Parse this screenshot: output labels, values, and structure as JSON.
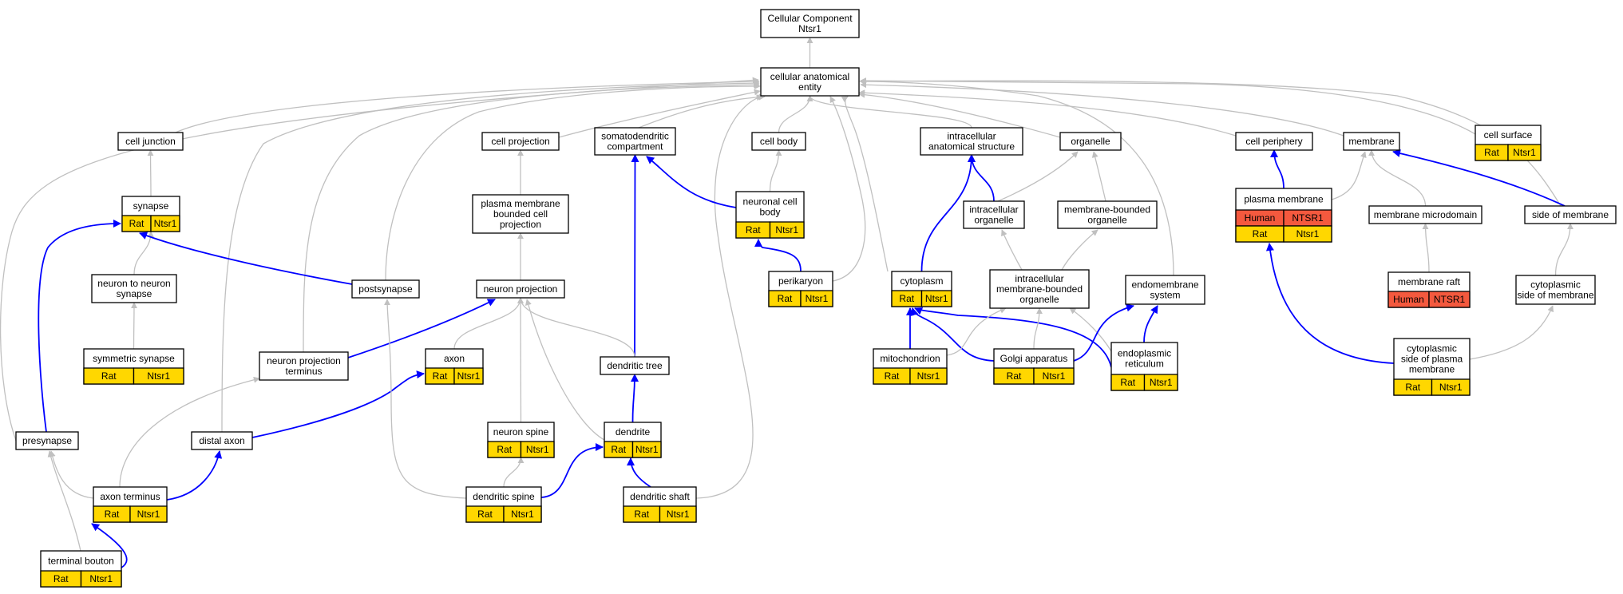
{
  "colors": {
    "rat": "#FFD700",
    "human": "#F4593E",
    "is_a_edge": "#C0C0C0",
    "part_of_edge": "#0000FF"
  },
  "nodes": [
    {
      "id": "root",
      "lines": [
        "Cellular Component",
        "Ntsr1"
      ]
    },
    {
      "id": "cae",
      "lines": [
        "cellular anatomical",
        "entity"
      ]
    },
    {
      "id": "cell_junction",
      "lines": [
        "cell junction"
      ]
    },
    {
      "id": "cell_projection",
      "lines": [
        "cell projection"
      ]
    },
    {
      "id": "somatodendritic",
      "lines": [
        "somatodendritic",
        "compartment"
      ]
    },
    {
      "id": "cell_body",
      "lines": [
        "cell body"
      ]
    },
    {
      "id": "ias",
      "lines": [
        "intracellular",
        "anatomical structure"
      ]
    },
    {
      "id": "organelle",
      "lines": [
        "organelle"
      ]
    },
    {
      "id": "cell_periphery",
      "lines": [
        "cell periphery"
      ]
    },
    {
      "id": "membrane",
      "lines": [
        "membrane"
      ]
    },
    {
      "id": "cell_surface",
      "lines": [
        "cell surface"
      ],
      "cells": [
        {
          "s": "Rat",
          "c": "rat"
        },
        {
          "s": "Ntsr1",
          "c": "rat"
        }
      ]
    },
    {
      "id": "synapse",
      "lines": [
        "synapse"
      ],
      "cells": [
        {
          "s": "Rat",
          "c": "rat"
        },
        {
          "s": "Ntsr1",
          "c": "rat"
        }
      ]
    },
    {
      "id": "pmbcp",
      "lines": [
        "plasma membrane",
        "bounded cell",
        "projection"
      ]
    },
    {
      "id": "ncb",
      "lines": [
        "neuronal cell",
        "body"
      ],
      "cells": [
        {
          "s": "Rat",
          "c": "rat"
        },
        {
          "s": "Ntsr1",
          "c": "rat"
        }
      ]
    },
    {
      "id": "intra_org",
      "lines": [
        "intracellular",
        "organelle"
      ]
    },
    {
      "id": "mbo",
      "lines": [
        "membrane-bounded",
        "organelle"
      ]
    },
    {
      "id": "plasma_membrane",
      "lines": [
        "plasma membrane"
      ],
      "cells": [
        {
          "s": "Human",
          "c": "human"
        },
        {
          "s": "NTSR1",
          "c": "human"
        },
        {
          "s": "Rat",
          "c": "rat",
          "row": 2
        },
        {
          "s": "Ntsr1",
          "c": "rat",
          "row": 2
        }
      ]
    },
    {
      "id": "mem_micro",
      "lines": [
        "membrane microdomain"
      ]
    },
    {
      "id": "side_membrane",
      "lines": [
        "side of membrane"
      ]
    },
    {
      "id": "n2n_synapse",
      "lines": [
        "neuron to neuron",
        "synapse"
      ]
    },
    {
      "id": "postsynapse",
      "lines": [
        "postsynapse"
      ]
    },
    {
      "id": "neuron_projection",
      "lines": [
        "neuron projection"
      ]
    },
    {
      "id": "perikaryon",
      "lines": [
        "perikaryon"
      ],
      "cells": [
        {
          "s": "Rat",
          "c": "rat"
        },
        {
          "s": "Ntsr1",
          "c": "rat"
        }
      ]
    },
    {
      "id": "cytoplasm",
      "lines": [
        "cytoplasm"
      ],
      "cells": [
        {
          "s": "Rat",
          "c": "rat"
        },
        {
          "s": "Ntsr1",
          "c": "rat"
        }
      ]
    },
    {
      "id": "imbo",
      "lines": [
        "intracellular",
        "membrane-bounded",
        "organelle"
      ]
    },
    {
      "id": "endomembrane",
      "lines": [
        "endomembrane",
        "system"
      ]
    },
    {
      "id": "membrane_raft",
      "lines": [
        "membrane raft"
      ],
      "cells": [
        {
          "s": "Human",
          "c": "human"
        },
        {
          "s": "NTSR1",
          "c": "human"
        }
      ]
    },
    {
      "id": "cyto_side_membrane",
      "lines": [
        "cytoplasmic",
        "side of membrane"
      ]
    },
    {
      "id": "symmetric_synapse",
      "lines": [
        "symmetric synapse"
      ],
      "cells": [
        {
          "s": "Rat",
          "c": "rat"
        },
        {
          "s": "Ntsr1",
          "c": "rat"
        }
      ]
    },
    {
      "id": "npt",
      "lines": [
        "neuron projection",
        "terminus"
      ]
    },
    {
      "id": "axon",
      "lines": [
        "axon"
      ],
      "cells": [
        {
          "s": "Rat",
          "c": "rat"
        },
        {
          "s": "Ntsr1",
          "c": "rat"
        }
      ]
    },
    {
      "id": "dendritic_tree",
      "lines": [
        "dendritic tree"
      ]
    },
    {
      "id": "mitochondrion",
      "lines": [
        "mitochondrion"
      ],
      "cells": [
        {
          "s": "Rat",
          "c": "rat"
        },
        {
          "s": "Ntsr1",
          "c": "rat"
        }
      ]
    },
    {
      "id": "golgi",
      "lines": [
        "Golgi apparatus"
      ],
      "cells": [
        {
          "s": "Rat",
          "c": "rat"
        },
        {
          "s": "Ntsr1",
          "c": "rat"
        }
      ]
    },
    {
      "id": "er",
      "lines": [
        "endoplasmic",
        "reticulum"
      ],
      "cells": [
        {
          "s": "Rat",
          "c": "rat"
        },
        {
          "s": "Ntsr1",
          "c": "rat"
        }
      ]
    },
    {
      "id": "cspm",
      "lines": [
        "cytoplasmic",
        "side of plasma",
        "membrane"
      ],
      "cells": [
        {
          "s": "Rat",
          "c": "rat"
        },
        {
          "s": "Ntsr1",
          "c": "rat"
        }
      ]
    },
    {
      "id": "presynapse",
      "lines": [
        "presynapse"
      ]
    },
    {
      "id": "distal_axon",
      "lines": [
        "distal axon"
      ]
    },
    {
      "id": "neuron_spine",
      "lines": [
        "neuron spine"
      ],
      "cells": [
        {
          "s": "Rat",
          "c": "rat"
        },
        {
          "s": "Ntsr1",
          "c": "rat"
        }
      ]
    },
    {
      "id": "dendrite",
      "lines": [
        "dendrite"
      ],
      "cells": [
        {
          "s": "Rat",
          "c": "rat"
        },
        {
          "s": "Ntsr1",
          "c": "rat"
        }
      ]
    },
    {
      "id": "axon_terminus",
      "lines": [
        "axon terminus"
      ],
      "cells": [
        {
          "s": "Rat",
          "c": "rat"
        },
        {
          "s": "Ntsr1",
          "c": "rat"
        }
      ]
    },
    {
      "id": "dendritic_spine",
      "lines": [
        "dendritic spine"
      ],
      "cells": [
        {
          "s": "Rat",
          "c": "rat"
        },
        {
          "s": "Ntsr1",
          "c": "rat"
        }
      ]
    },
    {
      "id": "dendritic_shaft",
      "lines": [
        "dendritic shaft"
      ],
      "cells": [
        {
          "s": "Rat",
          "c": "rat"
        },
        {
          "s": "Ntsr1",
          "c": "rat"
        }
      ]
    },
    {
      "id": "terminal_bouton",
      "lines": [
        "terminal bouton"
      ],
      "cells": [
        {
          "s": "Rat",
          "c": "rat"
        },
        {
          "s": "Ntsr1",
          "c": "rat"
        }
      ]
    }
  ],
  "edges": [
    {
      "from": "cae",
      "to": "root",
      "type": "is_a"
    },
    {
      "from": "cell_junction",
      "to": "cae",
      "type": "is_a"
    },
    {
      "from": "cell_projection",
      "to": "cae",
      "type": "is_a"
    },
    {
      "from": "somatodendritic",
      "to": "cae",
      "type": "is_a"
    },
    {
      "from": "cell_body",
      "to": "cae",
      "type": "is_a"
    },
    {
      "from": "ias",
      "to": "cae",
      "type": "is_a"
    },
    {
      "from": "organelle",
      "to": "cae",
      "type": "is_a"
    },
    {
      "from": "cell_periphery",
      "to": "cae",
      "type": "is_a"
    },
    {
      "from": "membrane",
      "to": "cae",
      "type": "is_a"
    },
    {
      "from": "cell_surface",
      "to": "cae",
      "type": "is_a"
    },
    {
      "from": "presynapse",
      "to": "cae",
      "type": "is_a"
    },
    {
      "from": "distal_axon",
      "to": "cae",
      "type": "is_a"
    },
    {
      "from": "npt",
      "to": "cae",
      "type": "is_a"
    },
    {
      "from": "postsynapse",
      "to": "cae",
      "type": "is_a"
    },
    {
      "from": "dendritic_shaft",
      "to": "cae",
      "type": "is_a"
    },
    {
      "from": "perikaryon",
      "to": "cae",
      "type": "is_a"
    },
    {
      "from": "cytoplasm",
      "to": "cae",
      "type": "is_a"
    },
    {
      "from": "endomembrane",
      "to": "cae",
      "type": "is_a"
    },
    {
      "from": "side_membrane",
      "to": "cae",
      "type": "is_a"
    },
    {
      "from": "synapse",
      "to": "cell_junction",
      "type": "is_a"
    },
    {
      "from": "pmbcp",
      "to": "cell_projection",
      "type": "is_a"
    },
    {
      "from": "neuron_projection",
      "to": "pmbcp",
      "type": "is_a"
    },
    {
      "from": "ncb",
      "to": "cell_body",
      "type": "is_a"
    },
    {
      "from": "ncb",
      "to": "somatodendritic",
      "type": "part_of"
    },
    {
      "from": "dendritic_tree",
      "to": "somatodendritic",
      "type": "part_of"
    },
    {
      "from": "intra_org",
      "to": "ias",
      "type": "part_of"
    },
    {
      "from": "cytoplasm",
      "to": "ias",
      "type": "part_of"
    },
    {
      "from": "intra_org",
      "to": "organelle",
      "type": "is_a"
    },
    {
      "from": "mbo",
      "to": "organelle",
      "type": "is_a"
    },
    {
      "from": "imbo",
      "to": "intra_org",
      "type": "is_a"
    },
    {
      "from": "imbo",
      "to": "mbo",
      "type": "is_a"
    },
    {
      "from": "plasma_membrane",
      "to": "cell_periphery",
      "type": "part_of"
    },
    {
      "from": "plasma_membrane",
      "to": "membrane",
      "type": "is_a"
    },
    {
      "from": "mem_micro",
      "to": "membrane",
      "type": "is_a"
    },
    {
      "from": "side_membrane",
      "to": "membrane",
      "type": "part_of"
    },
    {
      "from": "membrane_raft",
      "to": "mem_micro",
      "type": "is_a"
    },
    {
      "from": "cyto_side_membrane",
      "to": "side_membrane",
      "type": "is_a"
    },
    {
      "from": "cspm",
      "to": "cyto_side_membrane",
      "type": "is_a"
    },
    {
      "from": "cspm",
      "to": "plasma_membrane",
      "type": "part_of"
    },
    {
      "from": "n2n_synapse",
      "to": "synapse",
      "type": "is_a"
    },
    {
      "from": "symmetric_synapse",
      "to": "n2n_synapse",
      "type": "is_a"
    },
    {
      "from": "postsynapse",
      "to": "synapse",
      "type": "part_of"
    },
    {
      "from": "presynapse",
      "to": "synapse",
      "type": "part_of"
    },
    {
      "from": "npt",
      "to": "neuron_projection",
      "type": "part_of"
    },
    {
      "from": "axon",
      "to": "neuron_projection",
      "type": "is_a"
    },
    {
      "from": "neuron_spine",
      "to": "neuron_projection",
      "type": "is_a"
    },
    {
      "from": "dendrite",
      "to": "neuron_projection",
      "type": "is_a"
    },
    {
      "from": "dendritic_tree",
      "to": "neuron_projection",
      "type": "is_a"
    },
    {
      "from": "dendrite",
      "to": "dendritic_tree",
      "type": "part_of"
    },
    {
      "from": "perikaryon",
      "to": "ncb",
      "type": "part_of"
    },
    {
      "from": "mitochondrion",
      "to": "cytoplasm",
      "type": "part_of"
    },
    {
      "from": "golgi",
      "to": "cytoplasm",
      "type": "part_of"
    },
    {
      "from": "er",
      "to": "cytoplasm",
      "type": "part_of"
    },
    {
      "from": "mitochondrion",
      "to": "imbo",
      "type": "is_a"
    },
    {
      "from": "golgi",
      "to": "imbo",
      "type": "is_a"
    },
    {
      "from": "er",
      "to": "imbo",
      "type": "is_a"
    },
    {
      "from": "golgi",
      "to": "endomembrane",
      "type": "part_of"
    },
    {
      "from": "er",
      "to": "endomembrane",
      "type": "part_of"
    },
    {
      "from": "distal_axon",
      "to": "axon",
      "type": "part_of"
    },
    {
      "from": "axon_terminus",
      "to": "distal_axon",
      "type": "part_of"
    },
    {
      "from": "axon_terminus",
      "to": "npt",
      "type": "is_a"
    },
    {
      "from": "axon_terminus",
      "to": "presynapse",
      "type": "is_a"
    },
    {
      "from": "terminal_bouton",
      "to": "presynapse",
      "type": "is_a"
    },
    {
      "from": "terminal_bouton",
      "to": "axon_terminus",
      "type": "part_of"
    },
    {
      "from": "dendritic_spine",
      "to": "neuron_spine",
      "type": "is_a"
    },
    {
      "from": "dendritic_spine",
      "to": "postsynapse",
      "type": "is_a"
    },
    {
      "from": "dendritic_spine",
      "to": "dendrite",
      "type": "part_of"
    },
    {
      "from": "dendritic_shaft",
      "to": "dendrite",
      "type": "part_of"
    }
  ]
}
